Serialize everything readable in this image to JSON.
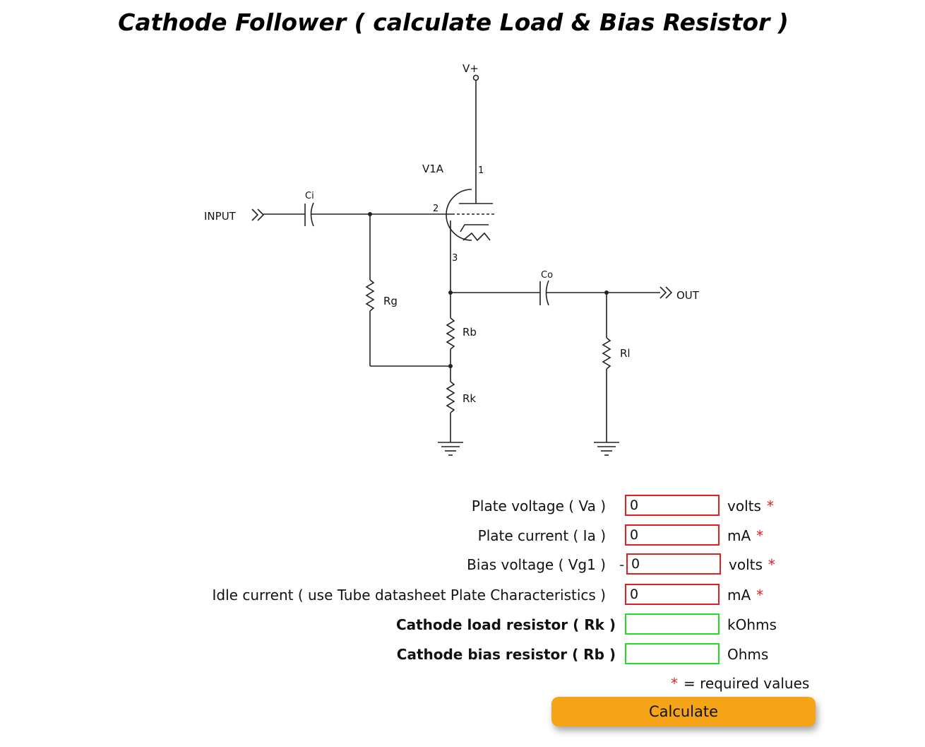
{
  "page": {
    "title": "Cathode Follower ( calculate Load & Bias Resistor )"
  },
  "schematic": {
    "labels": {
      "vplus": "V+",
      "tube": "V1A",
      "pin1": "1",
      "pin2": "2",
      "pin3": "3",
      "input": "INPUT",
      "ci": "Ci",
      "rg": "Rg",
      "rb": "Rb",
      "rk": "Rk",
      "co": "Co",
      "rl": "Rl",
      "out": "OUT"
    }
  },
  "form": {
    "fields": [
      {
        "label": "Plate voltage ( Va )",
        "value": "0",
        "unit": "volts",
        "required": "*"
      },
      {
        "label": "Plate current ( Ia )",
        "value": "0",
        "unit": "mA",
        "required": "*"
      },
      {
        "label": "Bias voltage ( Vg1 )",
        "prefix": "-",
        "value": "0",
        "unit": "volts",
        "required": "*"
      },
      {
        "label": "Idle current ( use Tube datasheet Plate Characteristics )",
        "value": "0",
        "unit": "mA",
        "required": "*"
      }
    ],
    "outputs": [
      {
        "label": "Cathode load resistor ( Rk )",
        "value": "",
        "unit": "kOhms"
      },
      {
        "label": "Cathode bias resistor ( Rb )",
        "value": "",
        "unit": "Ohms"
      }
    ],
    "legend_star": "*",
    "legend_text": "= required values",
    "calculate_label": "Calculate"
  },
  "colors": {
    "required_border": "#e02020",
    "output_border": "#22dd22",
    "button": "#f5a418",
    "star": "#e02020"
  }
}
